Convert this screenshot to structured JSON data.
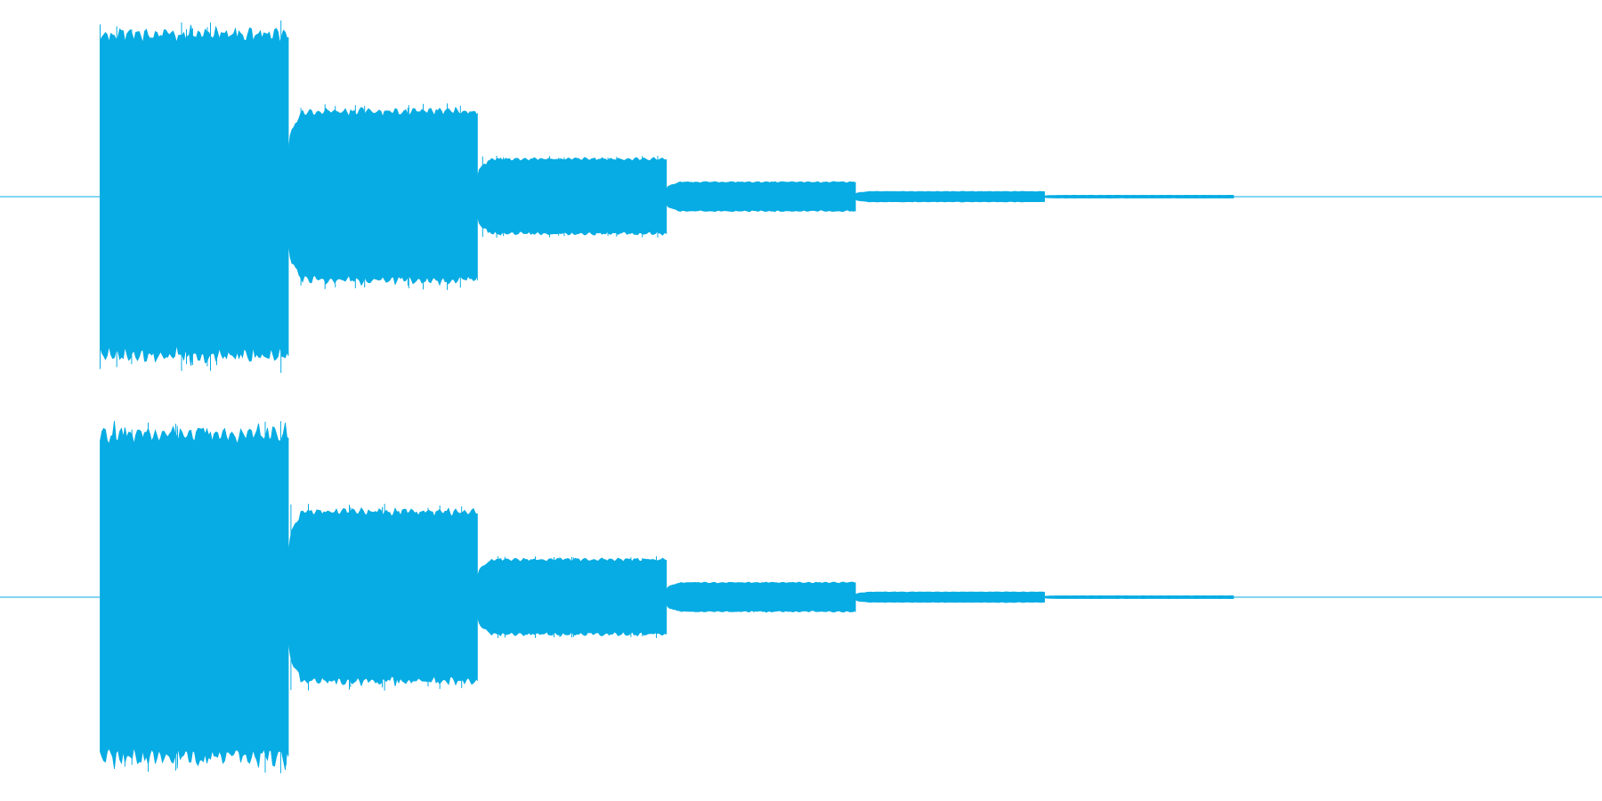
{
  "waveform": {
    "color": "#06ace3",
    "background": "#ffffff",
    "channels": [
      {
        "name": "",
        "bursts": [
          {
            "start": 0.0625,
            "end": 0.18,
            "amplitude": 0.95
          },
          {
            "start": 0.18,
            "end": 0.298,
            "amplitude": 0.5
          },
          {
            "start": 0.298,
            "end": 0.416,
            "amplitude": 0.22
          },
          {
            "start": 0.416,
            "end": 0.534,
            "amplitude": 0.085
          },
          {
            "start": 0.534,
            "end": 0.652,
            "amplitude": 0.03
          },
          {
            "start": 0.652,
            "end": 0.77,
            "amplitude": 0.008
          }
        ]
      },
      {
        "name": "",
        "bursts": [
          {
            "start": 0.0625,
            "end": 0.18,
            "amplitude": 0.95
          },
          {
            "start": 0.18,
            "end": 0.298,
            "amplitude": 0.5
          },
          {
            "start": 0.298,
            "end": 0.416,
            "amplitude": 0.22
          },
          {
            "start": 0.416,
            "end": 0.534,
            "amplitude": 0.085
          },
          {
            "start": 0.534,
            "end": 0.652,
            "amplitude": 0.03
          },
          {
            "start": 0.652,
            "end": 0.77,
            "amplitude": 0.008
          }
        ]
      }
    ]
  }
}
